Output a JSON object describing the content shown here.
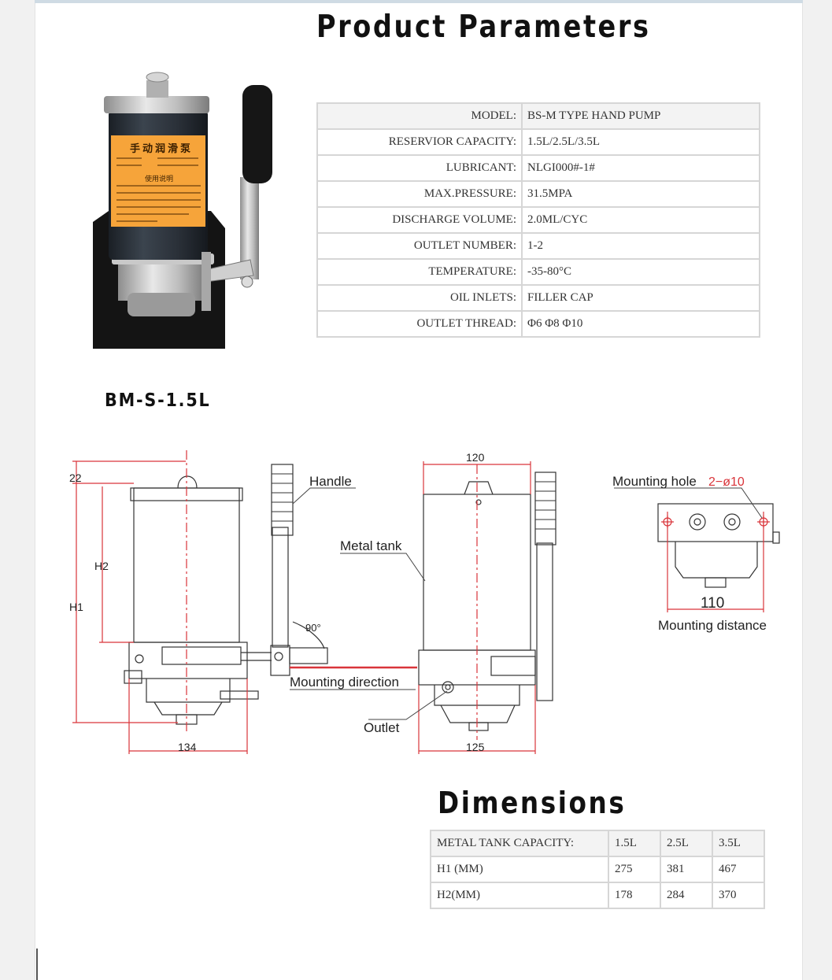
{
  "headings": {
    "params": "Product Parameters",
    "dims": "Dimensions"
  },
  "model_caption": "BM-S-1.5L",
  "parameters": [
    {
      "label": "MODEL:",
      "value": "BS-M TYPE HAND PUMP"
    },
    {
      "label": "RESERVIOR CAPACITY:",
      "value": "1.5L/2.5L/3.5L"
    },
    {
      "label": "LUBRICANT:",
      "value": "NLGI000#-1#"
    },
    {
      "label": "MAX.PRESSURE:",
      "value": "31.5MPA"
    },
    {
      "label": "DISCHARGE VOLUME:",
      "value": "2.0ML/CYC"
    },
    {
      "label": "OUTLET NUMBER:",
      "value": "1-2"
    },
    {
      "label": "TEMPERATURE:",
      "value": "-35-80°C"
    },
    {
      "label": "OIL INLETS:",
      "value": "FILLER CAP"
    },
    {
      "label": "OUTLET THREAD:",
      "value": "Φ6 Φ8 Φ10"
    }
  ],
  "dimensions_table": {
    "header": [
      "METAL TANK CAPACITY:",
      "1.5L",
      "2.5L",
      "3.5L"
    ],
    "rows": [
      [
        "H1 (MM)",
        "275",
        "381",
        "467"
      ],
      [
        "H2(MM)",
        "178",
        "284",
        "370"
      ]
    ]
  },
  "product_label": {
    "title": "手动润滑泵",
    "section": "使用说明"
  },
  "drawing": {
    "dim_22": "22",
    "dim_h2": "H2",
    "dim_h1": "H1",
    "dim_134": "134",
    "dim_120": "120",
    "dim_125": "125",
    "dim_110": "110",
    "angle": "90°",
    "handle": "Handle",
    "metal_tank": "Metal tank",
    "mounting_direction": "Mounting direction",
    "outlet": "Outlet",
    "mounting_hole": "Mounting hole",
    "mounting_hole_spec": "2−ø10",
    "mounting_distance": "Mounting distance"
  },
  "colors": {
    "label_orange": "#f6a43a",
    "dim_red": "#d9343a",
    "tank_dark": "#2c333b"
  }
}
